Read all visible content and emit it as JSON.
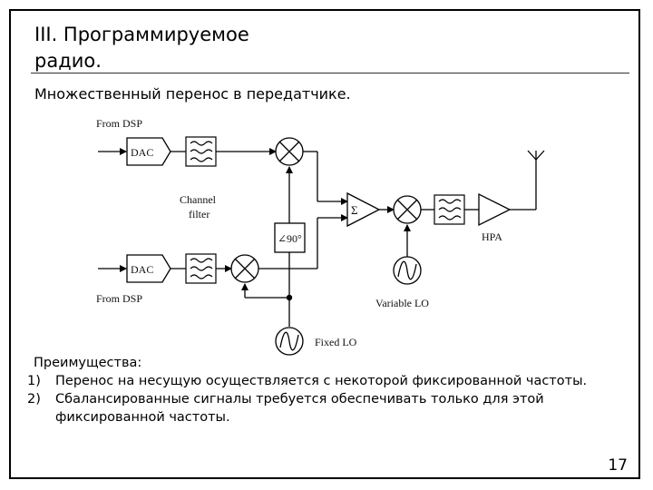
{
  "slide": {
    "title": "III. Программируемое радио.",
    "subtitle": "Множественный перенос в передатчике.",
    "page_number": "17"
  },
  "diagram": {
    "labels": {
      "from_dsp_top": "From DSP",
      "from_dsp_bottom": "From DSP",
      "dac": "DAC",
      "channel_filter_line1": "Channel",
      "channel_filter_line2": "filter",
      "phase_shifter": "∠90°",
      "summer": "Σ",
      "hpa": "HPA",
      "variable_lo": "Variable LO",
      "fixed_lo": "Fixed LO"
    }
  },
  "advantages": {
    "heading": "Преимущества:",
    "items": [
      {
        "num": "1)",
        "text": "Перенос на несущую осуществляется с некоторой фиксированной частоты."
      },
      {
        "num": "2)",
        "text": "Сбалансированные сигналы требуется обеспечивать только для этой фиксированной частоты."
      }
    ]
  },
  "colors": {
    "ink": "#000000",
    "frame": "#000000",
    "background": "#ffffff"
  }
}
